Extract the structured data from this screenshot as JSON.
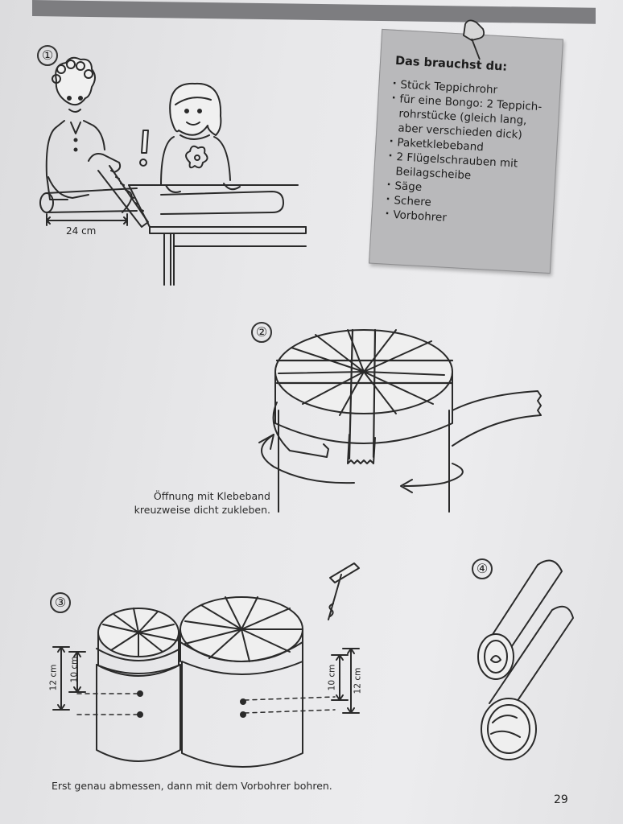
{
  "steps": [
    "①",
    "②",
    "③",
    "④"
  ],
  "note": {
    "title": "Das brauchst du:",
    "items": [
      "Stück Teppichrohr",
      "für eine Bongo: 2 Teppich-rohrstücke (gleich lang, aber verschieden dick)",
      "Paketklebeband",
      "2 Flügelschrauben mit Beilagscheibe",
      "Säge",
      "Schere",
      "Vorbohrer"
    ]
  },
  "step1": {
    "measure": "24 cm"
  },
  "step2": {
    "caption_line1": "Öffnung mit Klebeband",
    "caption_line2": "kreuzweise dicht zukleben."
  },
  "step3": {
    "dim_left_outer": "12 cm",
    "dim_left_inner": "10 cm",
    "dim_right_inner": "10 cm",
    "dim_right_outer": "12 cm",
    "caption": "Erst genau abmessen, dann mit dem Vorbohrer bohren."
  },
  "page_number": "29"
}
